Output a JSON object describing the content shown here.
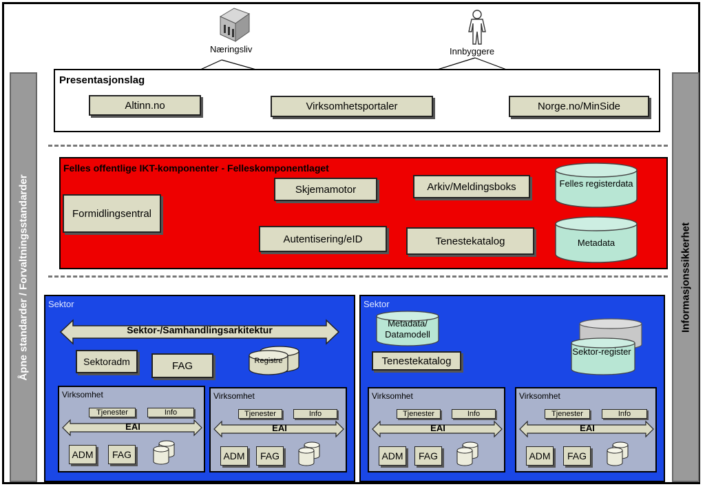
{
  "actors": {
    "business": "Næringsliv",
    "citizens": "Innbyggere"
  },
  "presentation": {
    "title": "Presentasjonslag",
    "portals": [
      "Altinn.no",
      "Virksomhetsportaler",
      "Norge.no/MinSide"
    ]
  },
  "sidebars": {
    "left": "Åpne standarder / Forvaltningsstandarder",
    "right": "Informasjonssikkerhet"
  },
  "common": {
    "title": "Felles offentlige IKT-komponenter - Felleskomponentlaget",
    "components": [
      "Formidlingsentral",
      "Skjemamotor",
      "Arkiv/Meldingsboks",
      "Autentisering/eID",
      "Tenestekatalog"
    ],
    "db_registry": "Felles registerdata",
    "db_metadata": "Metadata"
  },
  "sector_left": {
    "title": "Sektor",
    "arch": "Sektor-/Samhandlingsarkitektur",
    "sektoradm": "Sektoradm",
    "fag": "FAG",
    "registre": "Registre"
  },
  "sector_right": {
    "title": "Sektor",
    "metadata": "Metadata/ Datamodell",
    "tenestekatalog": "Tenestekatalog",
    "register": "Sektor-register"
  },
  "enterprise": {
    "title": "Virksomhet",
    "tjenester": "Tjenester",
    "info": "Info",
    "eai": "EAI",
    "adm": "ADM",
    "fag": "FAG"
  },
  "colors": {
    "red": "#ee0000",
    "blue": "#1a47e6",
    "box": "#dcdcc4",
    "cylinder": "#b8e6d4",
    "virksomhet": "#a9b2cc",
    "sidebar": "#9a9a9a"
  }
}
